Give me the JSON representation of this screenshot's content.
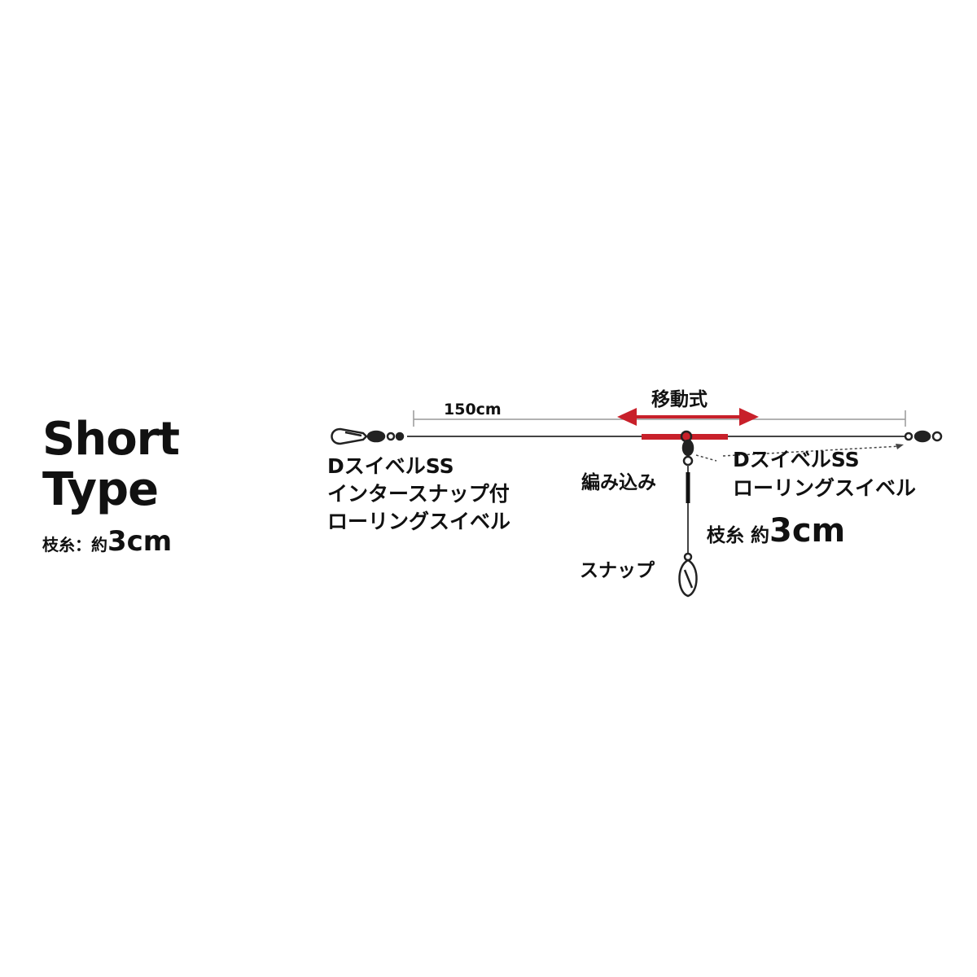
{
  "heading": {
    "line1": "Short",
    "line2": "Type",
    "branch_label": "枝糸：約",
    "branch_value": "3cm"
  },
  "diagram": {
    "length_label": "150cm",
    "movable_label": "移動式",
    "left_swivel": [
      "DスイベルSS",
      "インタースナップ付",
      "ローリングスイベル"
    ],
    "right_swivel": [
      "DスイベルSS",
      "ローリングスイベル"
    ],
    "braided_label": "編み込み",
    "branch_label": "枝糸 約",
    "branch_value": "3cm",
    "snap_label": "スナップ",
    "accent_color": "#c8202a"
  }
}
